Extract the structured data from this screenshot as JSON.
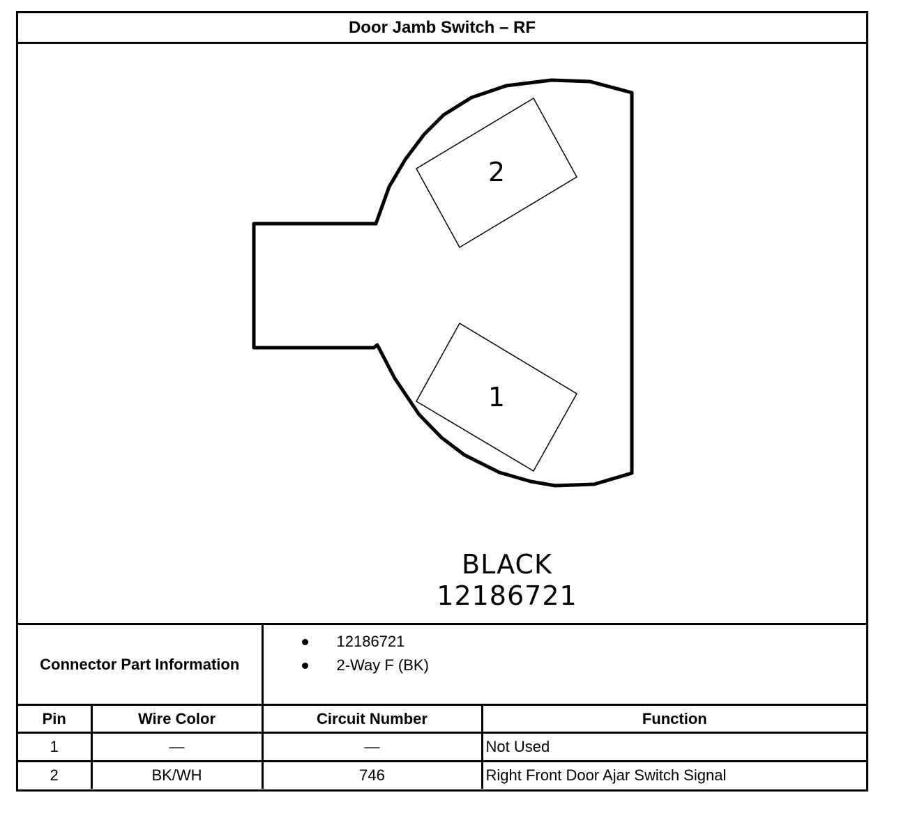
{
  "title": "Door Jamb Switch – RF",
  "connector": {
    "color_label": "BLACK",
    "part_label": "12186721",
    "cavities": [
      {
        "number": "2"
      },
      {
        "number": "1"
      }
    ]
  },
  "part_info": {
    "label": "Connector Part Information",
    "items": [
      "12186721",
      "2-Way F (BK)"
    ]
  },
  "pin_table": {
    "headers": [
      "Pin",
      "Wire Color",
      "Circuit Number",
      "Function"
    ],
    "rows": [
      {
        "pin": "1",
        "wire_color": "—",
        "circuit": "—",
        "function": "Not Used"
      },
      {
        "pin": "2",
        "wire_color": "BK/WH",
        "circuit": "746",
        "function": "Right Front Door Ajar Switch Signal"
      }
    ]
  }
}
